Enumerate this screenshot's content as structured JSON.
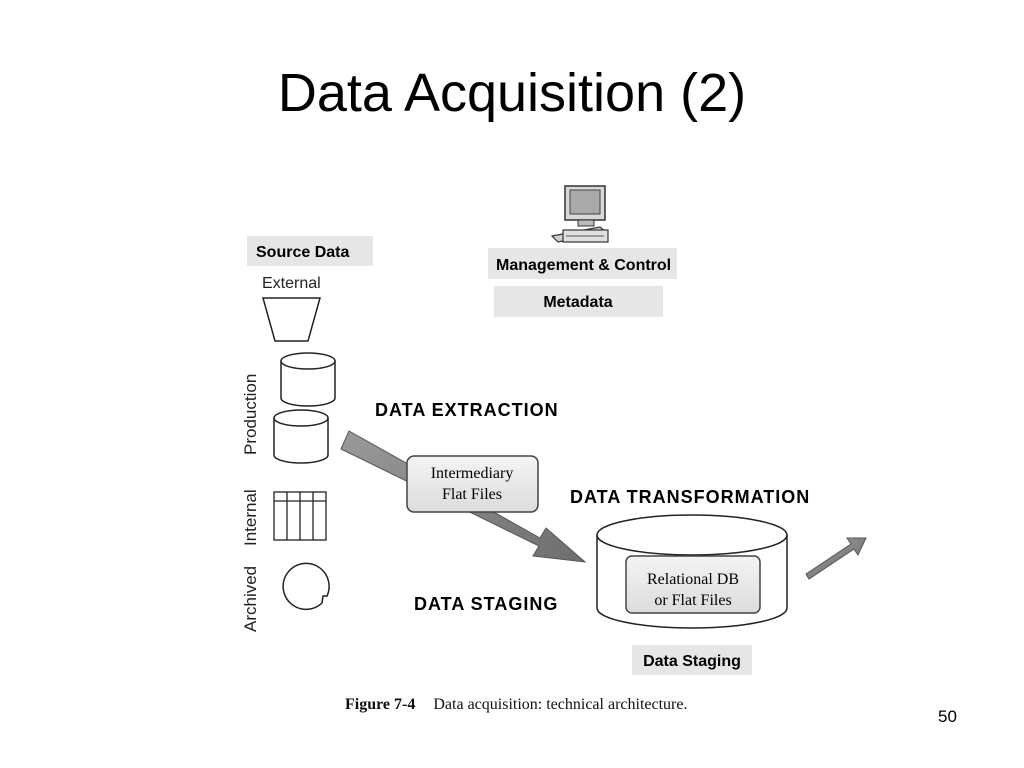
{
  "slide": {
    "title": "Data Acquisition (2)",
    "page_number": "50"
  },
  "diagram": {
    "source_data_label": "Source Data",
    "external_label": "External",
    "production_label": "Production",
    "internal_label": "Internal",
    "archived_label": "Archived",
    "management_label": "Management & Control",
    "metadata_label": "Metadata",
    "extraction_heading": "DATA EXTRACTION",
    "intermediary_line1": "Intermediary",
    "intermediary_line2": "Flat Files",
    "transformation_heading": "DATA TRANSFORMATION",
    "staging_heading": "DATA STAGING",
    "relational_line1": "Relational DB",
    "relational_line2": "or Flat Files",
    "data_staging_label": "Data Staging"
  },
  "caption": {
    "figure_label": "Figure 7-4",
    "text": "Data acquisition: technical architecture."
  },
  "colors": {
    "label_box": "#e6e6e6",
    "arrow": "#8a8a8a",
    "outline": "#333333"
  },
  "icons": [
    "computer-icon",
    "funnel-icon",
    "cylinder-icon",
    "grid-icon",
    "disk-icon"
  ]
}
